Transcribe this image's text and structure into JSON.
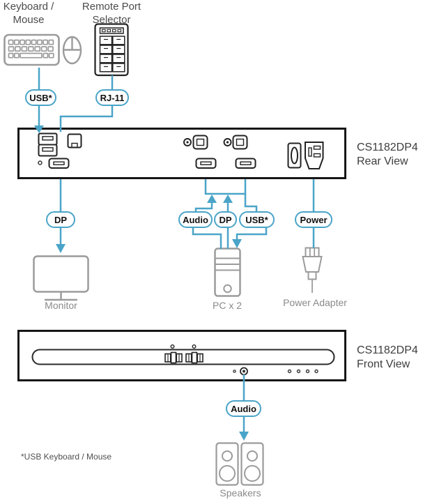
{
  "colors": {
    "accent": "#4aa4c8",
    "outline_dark": "#1c1c1c",
    "icon_gray": "#9b9b9b",
    "label_dark": "#3d3d3d",
    "label_gray": "#8a8a8a"
  },
  "console": {
    "keyboard_mouse_label": [
      "Keyboard /",
      "Mouse"
    ],
    "remote_port_selector_label": [
      "Remote Port",
      "Selector"
    ],
    "usb_tag": "USB*",
    "rj11_tag": "RJ-11"
  },
  "device": {
    "rear": {
      "model": "CS1182DP4",
      "view": "Rear View"
    },
    "front": {
      "model": "CS1182DP4",
      "view": "Front View"
    }
  },
  "monitor": {
    "tag": "DP",
    "label": "Monitor"
  },
  "pc": {
    "tags": [
      "Audio",
      "DP",
      "USB*"
    ],
    "label": "PC x 2"
  },
  "power": {
    "tag": "Power",
    "label": "Power Adapter"
  },
  "speakers": {
    "tag": "Audio",
    "label": "Speakers"
  },
  "footnote": "*USB Keyboard / Mouse"
}
